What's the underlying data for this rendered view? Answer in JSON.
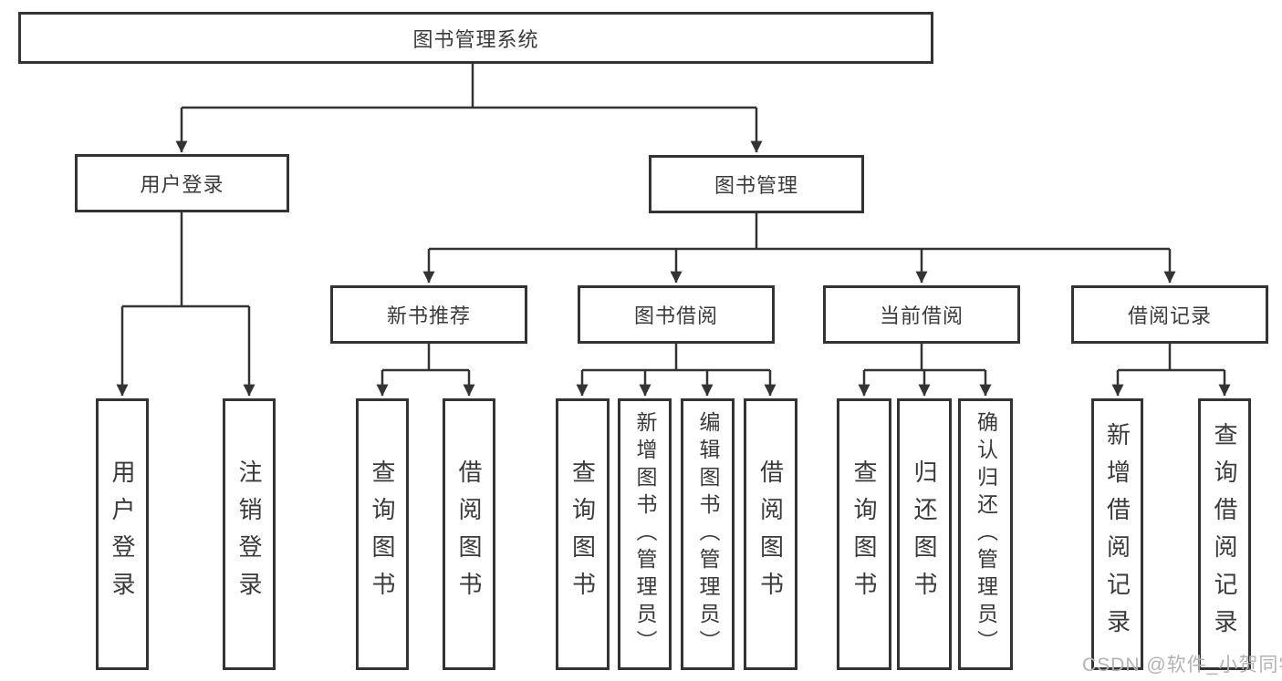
{
  "nodes": {
    "root": {
      "label": "图书管理系统"
    },
    "user_login": {
      "label": "用户登录"
    },
    "book_mgmt": {
      "label": "图书管理"
    },
    "new_book_rec": {
      "label": "新书推荐"
    },
    "book_borrow": {
      "label": "图书借阅"
    },
    "current_borrow": {
      "label": "当前借阅"
    },
    "borrow_records": {
      "label": "借阅记录"
    },
    "leaf_user_login": {
      "label": "用户登录"
    },
    "leaf_logout": {
      "label": "注销登录"
    },
    "leaf_query_book_1": {
      "label": "查询图书"
    },
    "leaf_borrow_book_1": {
      "label": "借阅图书"
    },
    "leaf_query_book_2": {
      "label": "查询图书"
    },
    "leaf_add_book": {
      "label": "新增图书（管理员）"
    },
    "leaf_edit_book": {
      "label": "编辑图书（管理员）"
    },
    "leaf_borrow_book_2": {
      "label": "借阅图书"
    },
    "leaf_query_book_3": {
      "label": "查询图书"
    },
    "leaf_return_book": {
      "label": "归还图书"
    },
    "leaf_confirm_return": {
      "label": "确认归还（管理员）"
    },
    "leaf_add_record": {
      "label": "新增借阅记录"
    },
    "leaf_query_record": {
      "label": "查询借阅记录"
    }
  },
  "watermark": {
    "text": "CSDN @软件_小贺同学"
  },
  "colors": {
    "line": "#333333",
    "box_border": "#333333",
    "text": "#3a3a3a",
    "watermark": "#b3b3b3",
    "background": "#ffffff"
  }
}
